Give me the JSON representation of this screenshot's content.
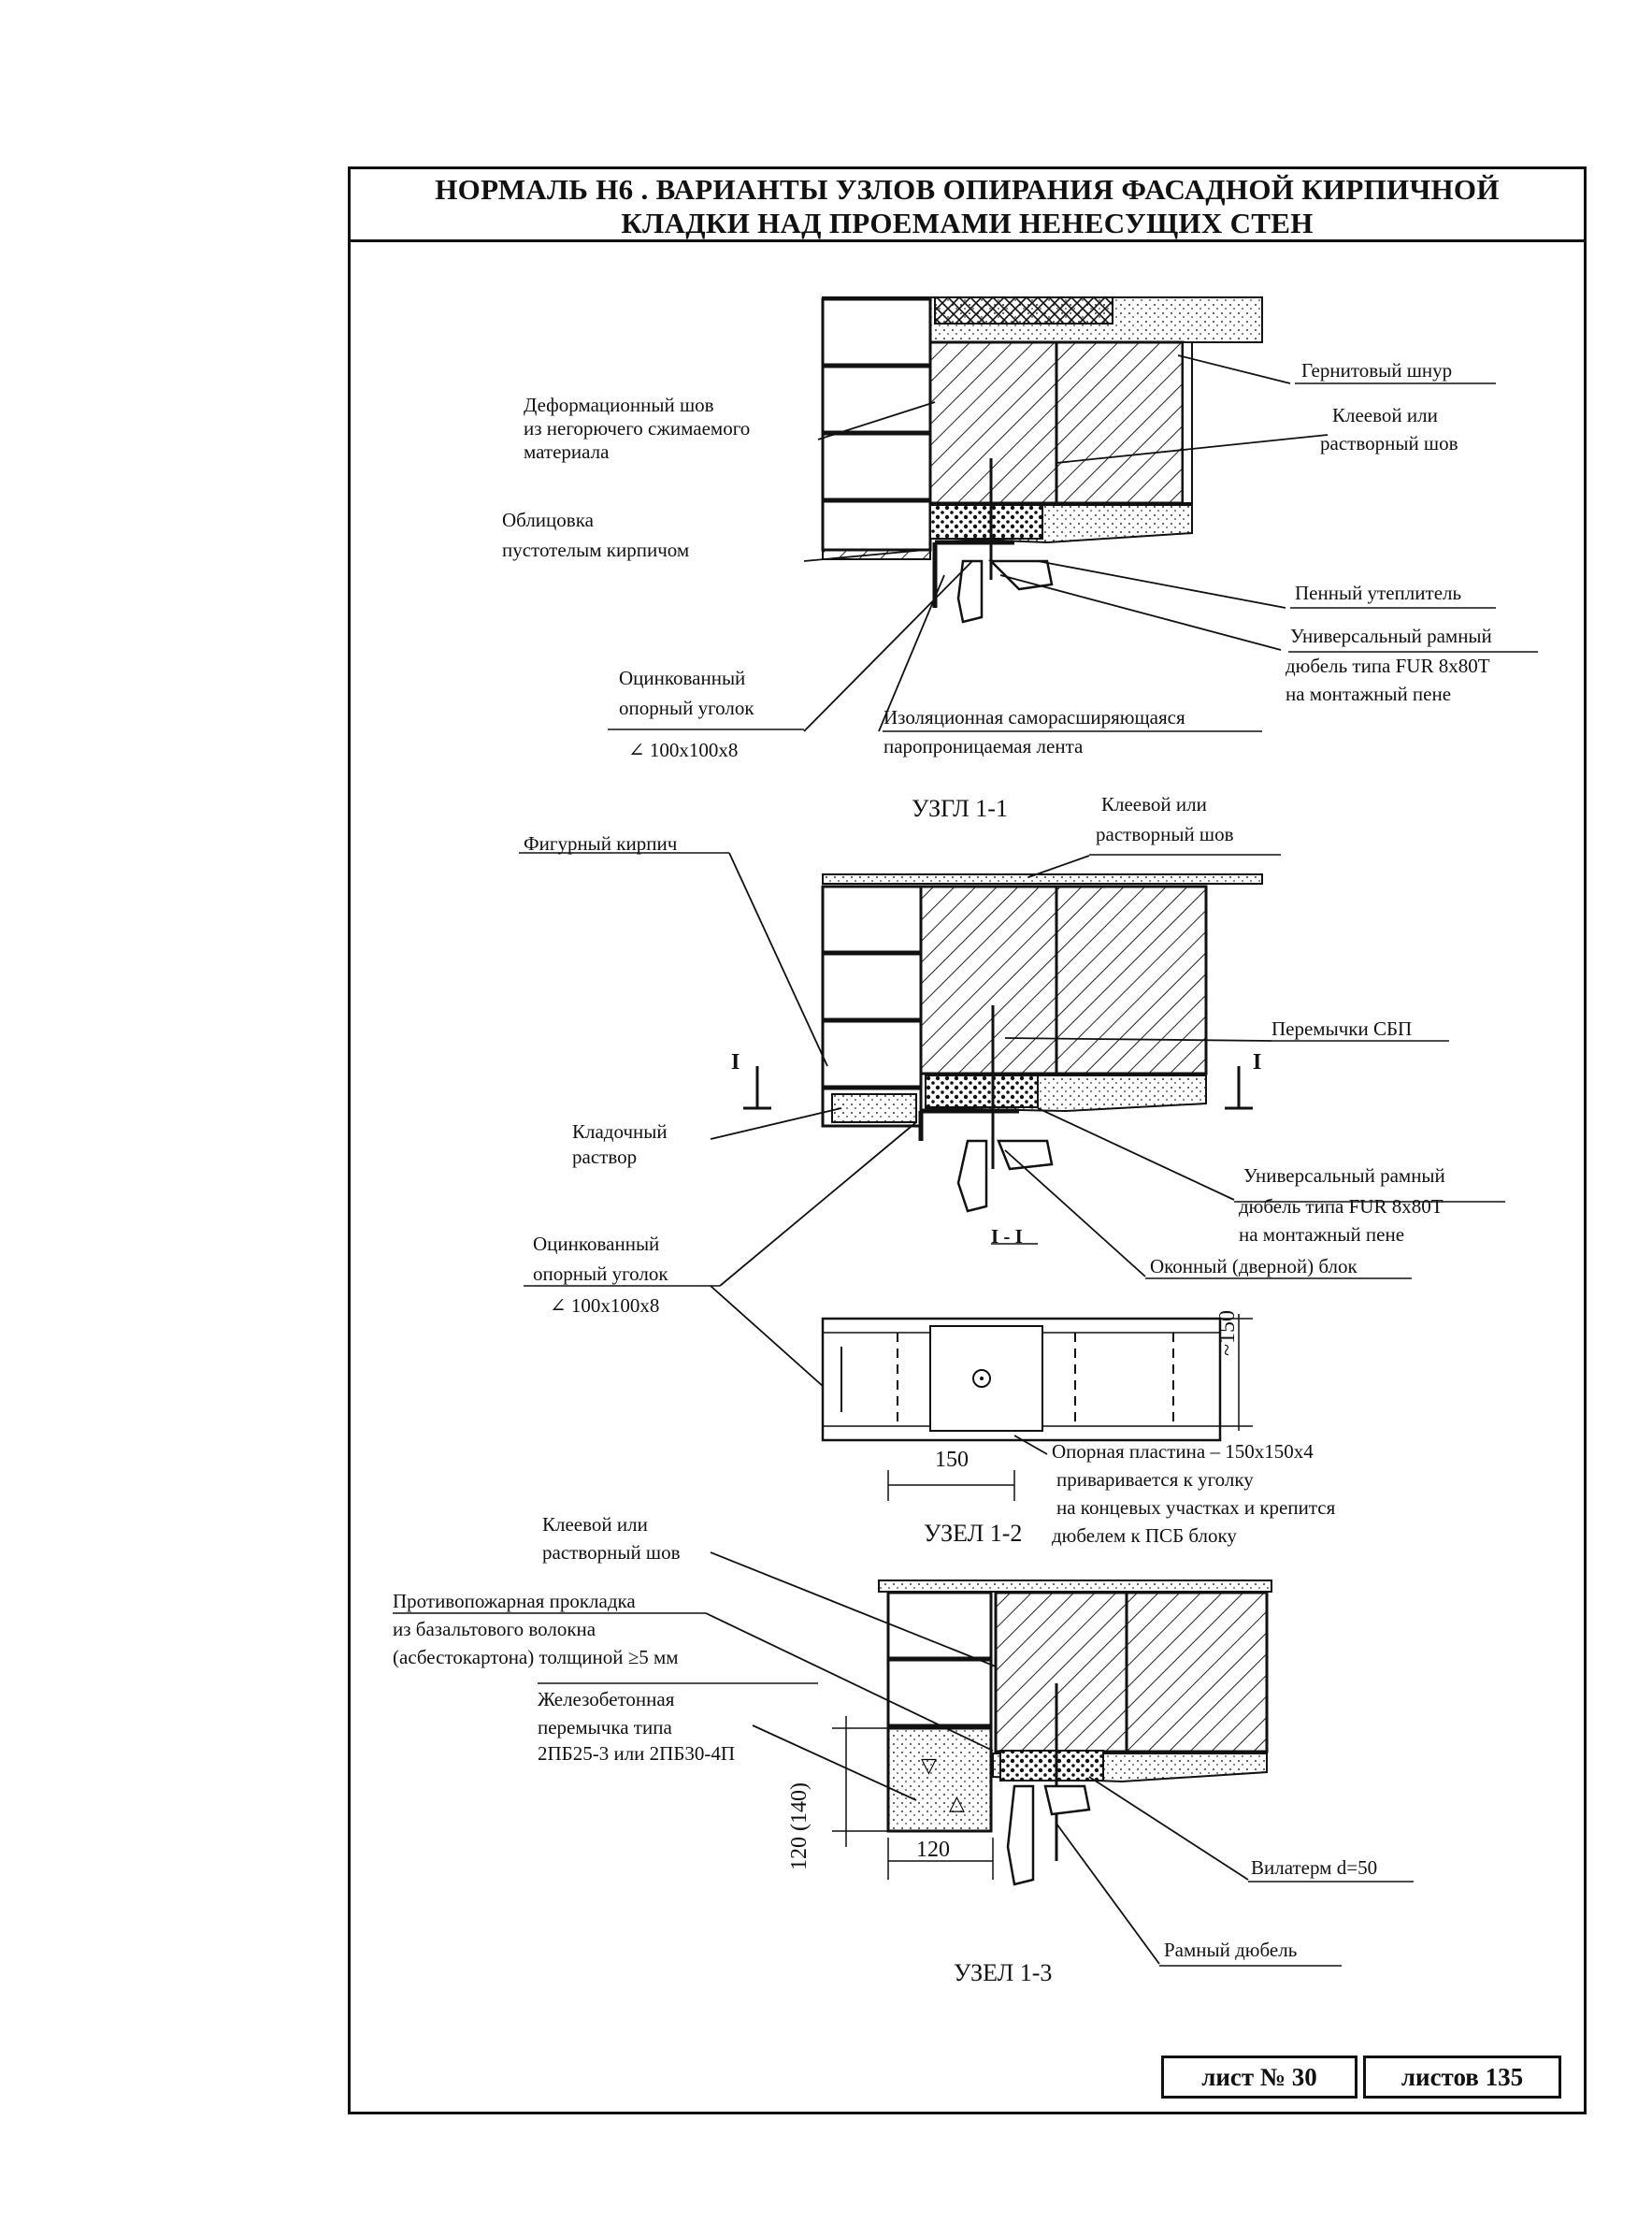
{
  "header": {
    "line1": "НОРМАЛЬ Н6  .  ВАРИАНТЫ УЗЛОВ ОПИРАНИЯ ФАСАДНОЙ КИРПИЧНОЙ",
    "line2": "КЛАДКИ  НАД ПРОЕМАМИ  НЕНЕСУЩИХ СТЕН"
  },
  "node1": {
    "title": "УЗГЛ 1-1",
    "labels": {
      "deform_joint": [
        "Деформационный шов",
        "из негорючего сжимаемого",
        "материала"
      ],
      "cladding": [
        "Облицовка",
        "пустотелым кирпичом"
      ],
      "hermetic_cord": "Гернитовый шнур",
      "glue_joint": [
        "Клеевой или",
        "растворный шов"
      ],
      "foam": "Пенный утеплитель",
      "dowel": [
        "Универсальный рамный",
        "дюбель типа FUR 8x80T",
        "на монтажный пене"
      ],
      "angle": [
        "Оцинкованный",
        "опорный уголок"
      ],
      "angle_size": "∠ 100х100х8",
      "tape": [
        "Изоляционная саморасширяющаяся",
        "паропроницаемая лента"
      ]
    }
  },
  "node2": {
    "title": "УЗЕЛ 1-2",
    "labels": {
      "glue_joint": [
        "Клеевой или",
        "растворный шов"
      ],
      "shaped_brick": "Фигурный кирпич",
      "lintels": "Перемычки СБП",
      "mortar": [
        "Кладочный",
        "раствор"
      ],
      "dowel": [
        "Универсальный рамный",
        "дюбель типа FUR 8x80T",
        "на монтажный пене"
      ],
      "angle": [
        "Оцинкованный",
        "опорный уголок"
      ],
      "angle_size": "∠ 100х100х8",
      "window_block": "Оконный (дверной) блок",
      "section": "I - I",
      "section_mark": "I",
      "plate": [
        "Опорная пластина – 150х150х4",
        "приваривается к уголку",
        "на концевых участках и крепится",
        "дюбелем к ПСБ блоку"
      ],
      "dim_150_h": "150",
      "dim_150_v": "~150"
    }
  },
  "node3": {
    "title": "УЗЕЛ 1-3",
    "labels": {
      "glue_joint": [
        "Клеевой или",
        "растворный шов"
      ],
      "fire_gasket": [
        "Противопожарная прокладка",
        "из базальтового волокна",
        "(асбестокартона) толщиной ≥5 мм"
      ],
      "rc_lintel": [
        "Железобетонная",
        "перемычка типа",
        "2ПБ25-3 или 2ПБ30-4П"
      ],
      "vilaterm": "Вилатерм d=50",
      "frame_dowel": "Рамный дюбель",
      "dim_120_v": "120 (140)",
      "dim_120_h": "120"
    }
  },
  "stamp": {
    "sheet": "лист № 30",
    "sheets": "листов 135"
  }
}
